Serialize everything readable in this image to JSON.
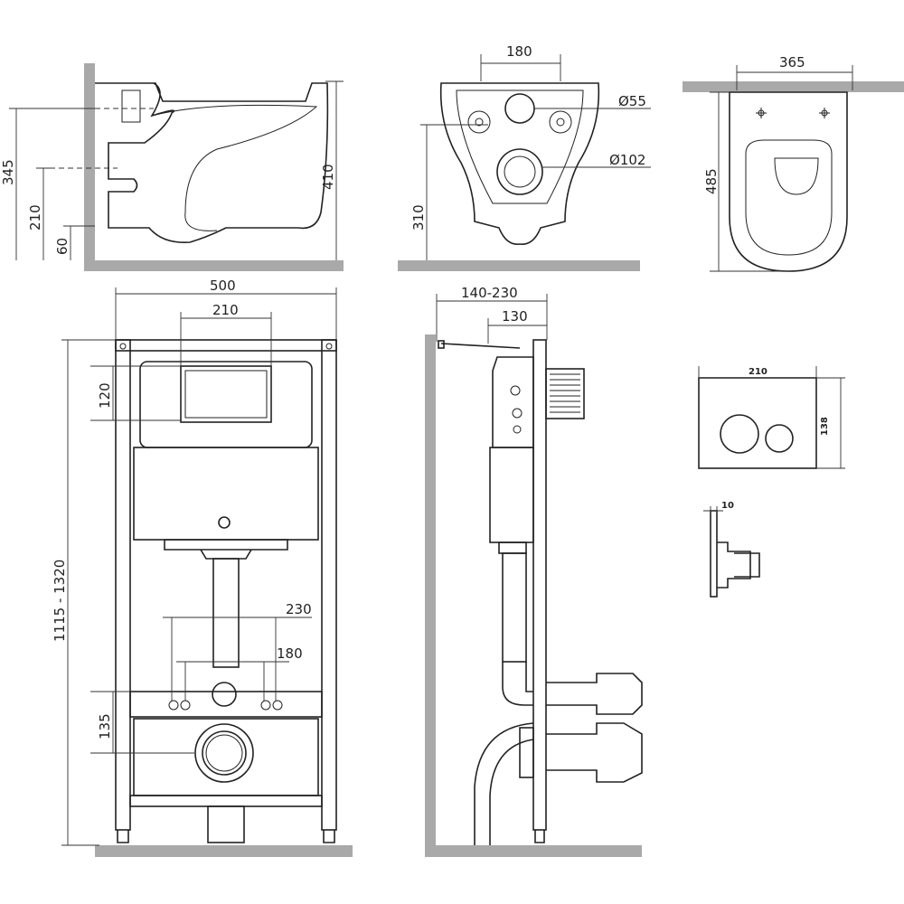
{
  "side_view": {
    "dims": [
      "345",
      "210",
      "60",
      "410"
    ]
  },
  "front_view": {
    "dims": {
      "width": "180",
      "hole_small": "Ø55",
      "hole_large": "Ø102",
      "height": "310"
    }
  },
  "top_view": {
    "dims": {
      "width": "365",
      "length": "485"
    }
  },
  "frame_front": {
    "dims": {
      "width": "500",
      "cistern_opening": "210",
      "opening_height": "120",
      "frame_height": "1115 - 1320",
      "outer_bolts": "230",
      "inner_bolts": "180",
      "drain_height": "135"
    }
  },
  "frame_side": {
    "dims": {
      "depth_range": "140-230",
      "depth": "130"
    }
  },
  "flush_plate": {
    "dims": {
      "width": "210",
      "height": "138",
      "thickness": "10"
    }
  }
}
